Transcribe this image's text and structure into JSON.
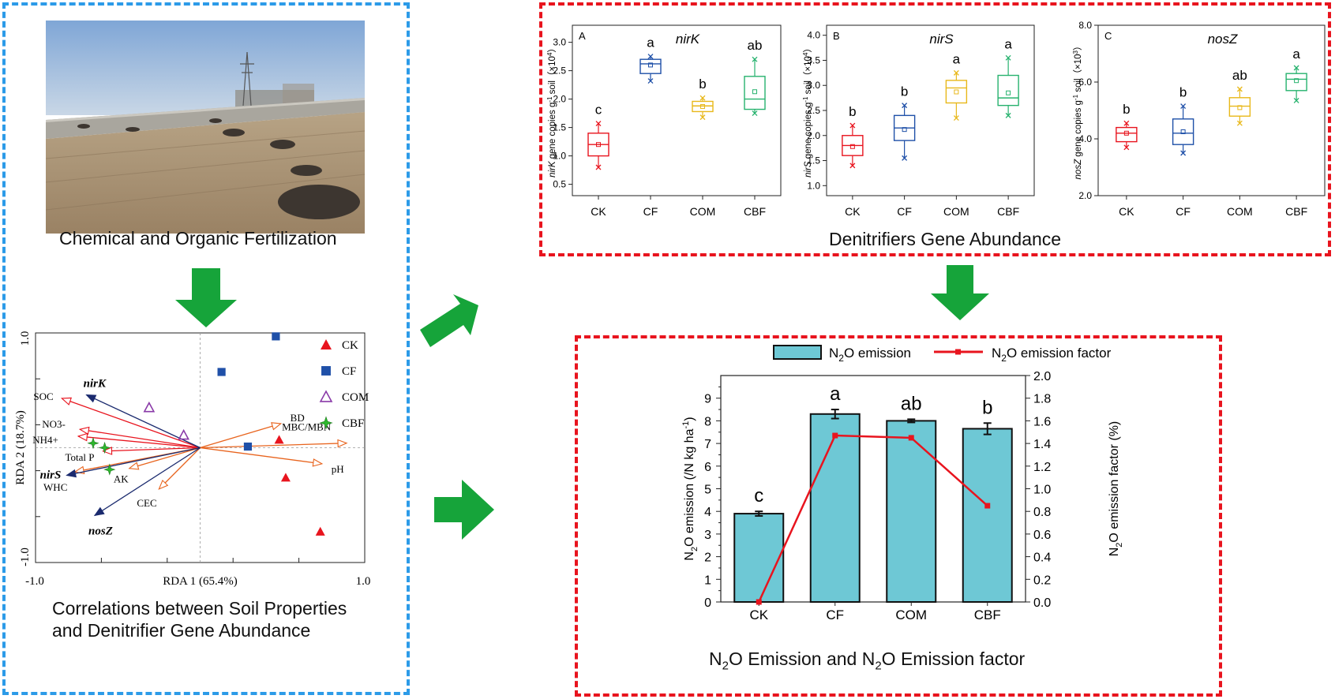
{
  "colors": {
    "left_border": "#2c9be8",
    "right_border": "#e8141e",
    "arrow_green": "#16a43a",
    "bar_fill": "#6ec8d5",
    "line_red": "#e8141e",
    "CK": "#e8141e",
    "CF": "#1f50a8",
    "COM": "#e8b81a",
    "CBF": "#27b26e",
    "rda_vector_red": "#e8141e",
    "rda_vector_orange": "#e8641e",
    "rda_vector_navy": "#1a2a6e",
    "com_marker": "#8a3aa8",
    "cbf_marker": "#2eb82e"
  },
  "icons": {
    "flow_arrow": "green-arrow-icon",
    "photo": "farmland-photo-icon"
  },
  "captions": {
    "left_top": "Chemical and Organic Fertilization",
    "left_bottom_line1": "Correlations between Soil Properties",
    "left_bottom_line2": "and Denitrifier Gene Abundance",
    "genes": "Denitrifiers Gene Abundance",
    "n2o_parts": [
      "N",
      "2",
      "O Emission and N",
      "2",
      "O Emission factor"
    ]
  },
  "chart_data": [
    {
      "type": "scatter",
      "id": "rda",
      "xlabel": "RDA 1 (65.4%)",
      "ylabel": "RDA 2 (18.7%)",
      "xlim": [
        -1.0,
        1.0
      ],
      "ylim": [
        -1.0,
        1.0
      ],
      "x_ticks": [
        "-1.0",
        "1.0"
      ],
      "y_ticks": [
        "1.0",
        "-1.0"
      ],
      "legend_position": "top-right",
      "legend": [
        "CK",
        "CF",
        "COM",
        "CBF"
      ],
      "points": [
        {
          "group": "CF",
          "x": 0.46,
          "y": 0.97
        },
        {
          "group": "CF",
          "x": 0.13,
          "y": 0.66
        },
        {
          "group": "CF",
          "x": 0.29,
          "y": 0.01
        },
        {
          "group": "COM",
          "x": -0.31,
          "y": 0.35
        },
        {
          "group": "COM",
          "x": -0.1,
          "y": 0.11
        },
        {
          "group": "CBF",
          "x": -0.65,
          "y": 0.04
        },
        {
          "group": "CBF",
          "x": -0.58,
          "y": 0.0
        },
        {
          "group": "CBF",
          "x": -0.55,
          "y": -0.19
        },
        {
          "group": "CK",
          "x": 0.48,
          "y": 0.07
        },
        {
          "group": "CK",
          "x": 0.52,
          "y": -0.26
        },
        {
          "group": "CK",
          "x": 0.73,
          "y": -0.73
        }
      ],
      "env_vectors": [
        {
          "label": "SOC",
          "x": -0.84,
          "y": 0.43,
          "color": "red"
        },
        {
          "label": "NO3-",
          "x": -0.73,
          "y": 0.16,
          "color": "red"
        },
        {
          "label": "NH4+",
          "x": -0.74,
          "y": 0.1,
          "color": "red"
        },
        {
          "label": "Total P",
          "x": -0.59,
          "y": -0.03,
          "color": "red"
        },
        {
          "label": "AK",
          "x": -0.43,
          "y": -0.18,
          "color": "orange"
        },
        {
          "label": "WHC",
          "x": -0.76,
          "y": -0.21,
          "color": "orange"
        },
        {
          "label": "CEC",
          "x": -0.25,
          "y": -0.36,
          "color": "orange"
        },
        {
          "label": "BD",
          "x": 0.49,
          "y": 0.21,
          "color": "orange"
        },
        {
          "label": "MBC/MBN",
          "x": 0.89,
          "y": 0.04,
          "color": "orange"
        },
        {
          "label": "pH",
          "x": 0.74,
          "y": -0.14,
          "color": "orange"
        }
      ],
      "gene_vectors": [
        {
          "label": "nirK",
          "x": -0.69,
          "y": 0.46
        },
        {
          "label": "nirS",
          "x": -0.81,
          "y": -0.24
        },
        {
          "label": "nosZ",
          "x": -0.64,
          "y": -0.59
        }
      ]
    },
    {
      "type": "box",
      "id": "A",
      "panel_label": "A",
      "title": "nirK",
      "ylabel_gene": "nirK",
      "ylabel_text": " gene copies g",
      "ylabel_sup": "-1",
      "ylabel_tail": " soil（×10",
      "ylabel_exp": "4",
      "ylabel_end": "）",
      "ylim": [
        0.3,
        3.3
      ],
      "yticks": [
        0.5,
        1.0,
        1.5,
        2.0,
        2.5,
        3.0
      ],
      "yticklabels": [
        "0.5",
        "1.0",
        "1.5",
        "2.0",
        "2.5",
        "3.0"
      ],
      "categories": [
        "CK",
        "CF",
        "COM",
        "CBF"
      ],
      "letters": [
        "c",
        "a",
        "b",
        "ab"
      ],
      "boxes": [
        {
          "min": 0.8,
          "q1": 1.0,
          "median": 1.2,
          "q3": 1.4,
          "max": 1.57,
          "mean": 1.2
        },
        {
          "min": 2.32,
          "q1": 2.45,
          "median": 2.62,
          "q3": 2.7,
          "max": 2.75,
          "mean": 2.6
        },
        {
          "min": 1.68,
          "q1": 1.78,
          "median": 1.88,
          "q3": 1.96,
          "max": 2.02,
          "mean": 1.87
        },
        {
          "min": 1.75,
          "q1": 1.82,
          "median": 2.0,
          "q3": 2.4,
          "max": 2.7,
          "mean": 2.13
        }
      ]
    },
    {
      "type": "box",
      "id": "B",
      "panel_label": "B",
      "title": "nirS",
      "ylabel_gene": "nirS",
      "ylabel_text": " gene copies g",
      "ylabel_sup": "-1",
      "ylabel_tail": " soil（×10",
      "ylabel_exp": "4",
      "ylabel_end": "）",
      "ylim": [
        0.8,
        4.2
      ],
      "yticks": [
        1.0,
        1.5,
        2.0,
        2.5,
        3.0,
        3.5,
        4.0
      ],
      "yticklabels": [
        "1.0",
        "1.5",
        "2.0",
        "2.5",
        "3.0",
        "3.5",
        "4.0"
      ],
      "categories": [
        "CK",
        "CF",
        "COM",
        "CBF"
      ],
      "letters": [
        "b",
        "b",
        "a",
        "a"
      ],
      "boxes": [
        {
          "min": 1.4,
          "q1": 1.6,
          "median": 1.8,
          "q3": 2.0,
          "max": 2.2,
          "mean": 1.78
        },
        {
          "min": 1.55,
          "q1": 1.9,
          "median": 2.15,
          "q3": 2.4,
          "max": 2.6,
          "mean": 2.12
        },
        {
          "min": 2.35,
          "q1": 2.65,
          "median": 2.95,
          "q3": 3.1,
          "max": 3.25,
          "mean": 2.87
        },
        {
          "min": 2.4,
          "q1": 2.6,
          "median": 2.75,
          "q3": 3.2,
          "max": 3.55,
          "mean": 2.85
        }
      ]
    },
    {
      "type": "box",
      "id": "C",
      "panel_label": "C",
      "title": "nosZ",
      "ylabel_gene": "nosZ",
      "ylabel_text": " gene copies g",
      "ylabel_sup": "-1",
      "ylabel_tail": " soil（×10",
      "ylabel_exp": "3",
      "ylabel_end": "）",
      "ylim": [
        2.0,
        8.0
      ],
      "yticks": [
        2.0,
        4.0,
        6.0,
        8.0
      ],
      "yticklabels": [
        "2.0",
        "4.0",
        "6.0",
        "8.0"
      ],
      "categories": [
        "CK",
        "CF",
        "COM",
        "CBF"
      ],
      "letters": [
        "b",
        "b",
        "ab",
        "a"
      ],
      "boxes": [
        {
          "min": 3.7,
          "q1": 3.9,
          "median": 4.2,
          "q3": 4.4,
          "max": 4.55,
          "mean": 4.2
        },
        {
          "min": 3.5,
          "q1": 3.8,
          "median": 4.2,
          "q3": 4.7,
          "max": 5.15,
          "mean": 4.25
        },
        {
          "min": 4.55,
          "q1": 4.8,
          "median": 5.15,
          "q3": 5.45,
          "max": 5.75,
          "mean": 5.1
        },
        {
          "min": 5.35,
          "q1": 5.7,
          "median": 6.1,
          "q3": 6.3,
          "max": 6.5,
          "mean": 6.05
        }
      ]
    },
    {
      "type": "bar",
      "id": "n2o",
      "categories": [
        "CK",
        "CF",
        "COM",
        "CBF"
      ],
      "letters": [
        "c",
        "a",
        "ab",
        "b"
      ],
      "series": [
        {
          "name": "N2O emission",
          "axis": "left",
          "values": [
            3.9,
            8.3,
            8.0,
            7.65
          ],
          "errors": [
            0.1,
            0.2,
            0.07,
            0.25
          ]
        },
        {
          "name": "N2O emission factor",
          "axis": "right",
          "type": "line",
          "values": [
            0.0,
            1.47,
            1.45,
            0.85
          ]
        }
      ],
      "legend_parts": [
        [
          "N",
          "2",
          "O emission"
        ],
        [
          "N",
          "2",
          "O emission factor"
        ]
      ],
      "ylabel_left_parts": [
        "N",
        "2",
        "O emission (/N kg ha",
        "-1",
        ")"
      ],
      "ylabel_right_parts": [
        "N",
        "2",
        "O emission factor (%)"
      ],
      "ylim_left": [
        0,
        10
      ],
      "ylim_right": [
        0.0,
        2.0
      ],
      "yticks_left": [
        "0",
        "1",
        "2",
        "3",
        "4",
        "5",
        "6",
        "7",
        "8",
        "9"
      ],
      "yticks_right": [
        "0.0",
        "0.2",
        "0.4",
        "0.6",
        "0.8",
        "1.0",
        "1.2",
        "1.4",
        "1.6",
        "1.8",
        "2.0"
      ]
    }
  ]
}
